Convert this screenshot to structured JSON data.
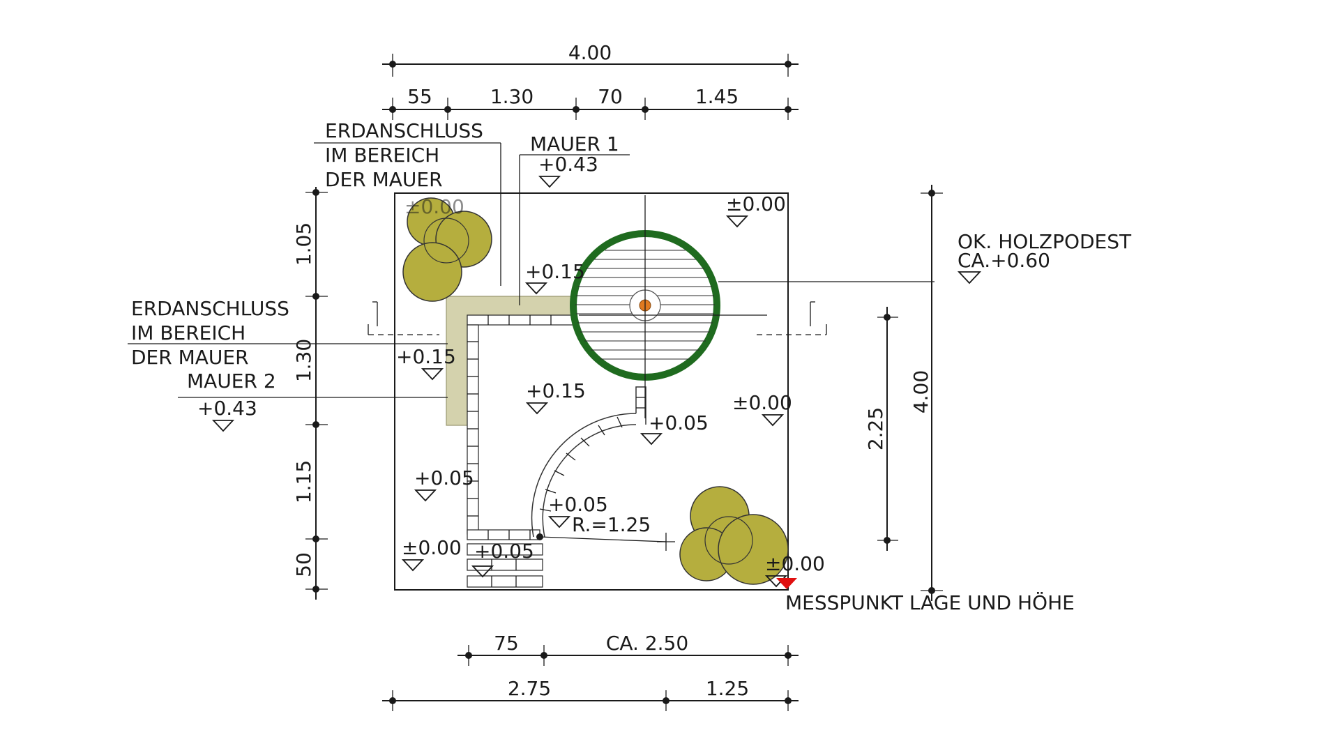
{
  "colors": {
    "line": "#1a1a1a",
    "wall_fill": "#d4d2ad",
    "shrub_fill": "#b5ae3e",
    "ring_green": "#1f6b1f",
    "center_orange": "#e07a1f",
    "marker_red": "#e01010"
  },
  "dimensions": {
    "top_total": "4.00",
    "top_segments": [
      "55",
      "1.30",
      "70",
      "1.45"
    ],
    "left_segments": [
      "1.05",
      "1.30",
      "1.15",
      "50"
    ],
    "right_inner": "2.25",
    "right_total": "4.00",
    "bottom_upper": [
      "75",
      "CA. 2.50"
    ],
    "bottom_lower": [
      "2.75",
      "1.25"
    ]
  },
  "labels": {
    "erdanschluss_top": [
      "ERDANSCHLUSS",
      "IM BEREICH",
      "DER MAUER"
    ],
    "mauer1": "MAUER 1",
    "mauer1_level": "+0.43",
    "erdanschluss_left": [
      "ERDANSCHLUSS",
      "IM BEREICH",
      "DER MAUER"
    ],
    "mauer2": "MAUER 2",
    "mauer2_level": "+0.43",
    "holzpodest": [
      "OK. HOLZPODEST",
      "CA.+0.60"
    ],
    "radius": "R.=1.25",
    "messpunkt": "MESSPUNKT LAGE UND HÖHE"
  },
  "levels": {
    "top_right": "±0.00",
    "wall_top": "+0.15",
    "left_wall": "+0.15",
    "center": "+0.15",
    "mid_right": "±0.00",
    "path": "+0.05",
    "left_lower": "+0.05",
    "arc_lower": "+0.05",
    "bottom_left": "±0.00",
    "steps": "+0.05",
    "bottom_right": "±0.00",
    "top_left_corner": "±0.00"
  },
  "icons": [
    "level-marker-icon",
    "shrub-icon",
    "tree-ring-icon",
    "measure-point-icon"
  ]
}
